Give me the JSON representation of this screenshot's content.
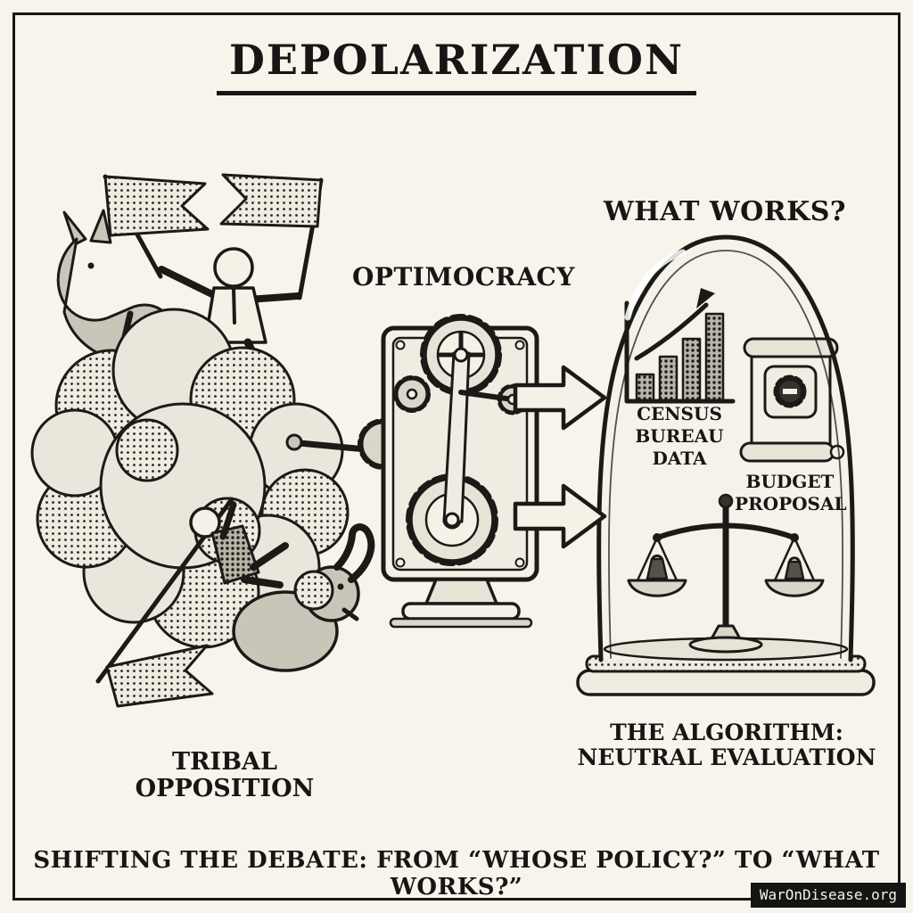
{
  "colors": {
    "paper": "#f7f4ec",
    "ink": "#171614",
    "shade": "#e6e3d7",
    "badge_bg": "#141414"
  },
  "header": {
    "title": "DEPOLARIZATION"
  },
  "tribal": {
    "label_line1": "TRIBAL",
    "label_line2": "OPPOSITION"
  },
  "machine": {
    "label": "OPTIMOCRACY"
  },
  "dome": {
    "heading": "WHAT WORKS?",
    "census_line1": "CENSUS",
    "census_line2": "BUREAU",
    "census_line3": "DATA",
    "budget_line1": "BUDGET",
    "budget_line2": "PROPOSAL",
    "caption_line1": "THE ALGORITHM:",
    "caption_line2": "NEUTRAL EVALUATION"
  },
  "footer": {
    "caption": "SHIFTING THE DEBATE: FROM “WHOSE POLICY?” TO “WHAT WORKS?”"
  },
  "watermark": {
    "text": "WarOnDisease.org"
  }
}
